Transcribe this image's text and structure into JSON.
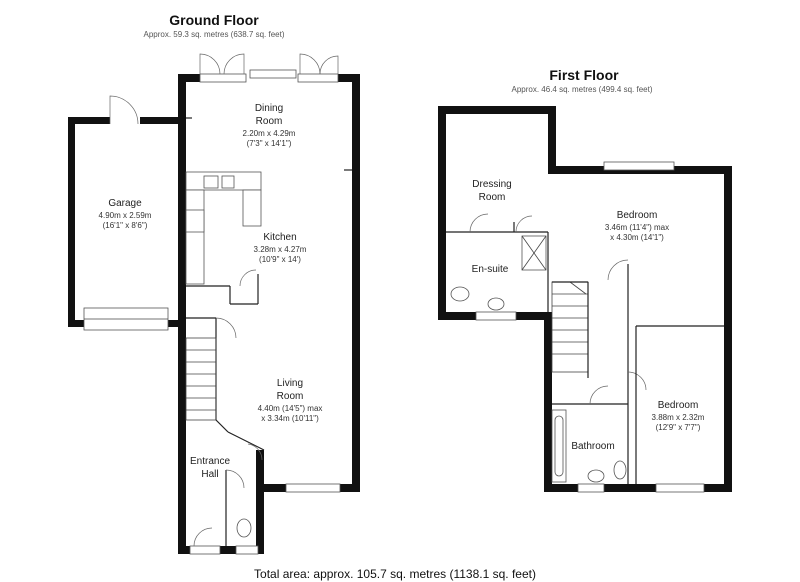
{
  "ground_floor": {
    "title": "Ground Floor",
    "area": "Approx. 59.3 sq. metres (638.7 sq. feet)",
    "rooms": {
      "dining": {
        "name_1": "Dining",
        "name_2": "Room",
        "dim_1": "2.20m x 4.29m",
        "dim_2": "(7'3\" x 14'1\")"
      },
      "garage": {
        "name_1": "Garage",
        "dim_1": "4.90m x 2.59m",
        "dim_2": "(16'1\" x 8'6\")"
      },
      "kitchen": {
        "name_1": "Kitchen",
        "dim_1": "3.28m x 4.27m",
        "dim_2": "(10'9\" x 14')"
      },
      "living": {
        "name_1": "Living",
        "name_2": "Room",
        "dim_1": "4.40m (14'5\") max",
        "dim_2": "x 3.34m (10'11\")"
      },
      "entrance": {
        "name_1": "Entrance",
        "name_2": "Hall"
      }
    }
  },
  "first_floor": {
    "title": "First Floor",
    "area": "Approx. 46.4 sq. metres (499.4 sq. feet)",
    "rooms": {
      "dressing": {
        "name_1": "Dressing",
        "name_2": "Room"
      },
      "bedroom1": {
        "name_1": "Bedroom",
        "dim_1": "3.46m (11'4\") max",
        "dim_2": "x 4.30m (14'1\")"
      },
      "ensuite": {
        "name_1": "En-suite"
      },
      "bedroom2": {
        "name_1": "Bedroom",
        "dim_1": "3.88m x 2.32m",
        "dim_2": "(12'9\" x 7'7\")"
      },
      "bathroom": {
        "name_1": "Bathroom"
      }
    }
  },
  "total_area": "Total area: approx. 105.7 sq. metres (1138.1 sq. feet)"
}
